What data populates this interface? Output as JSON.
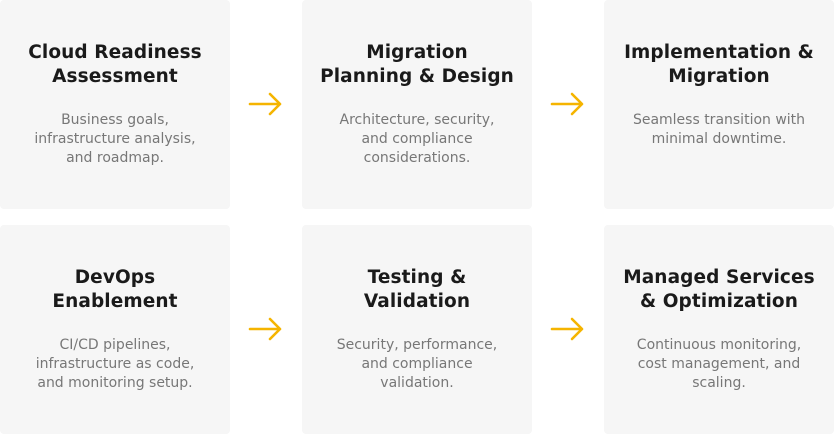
{
  "accent_color": "#f5b400",
  "steps": [
    {
      "title": "Cloud Readiness\nAssessment",
      "description": "Business goals,\ninfrastructure analysis,\nand roadmap."
    },
    {
      "title": "Migration\nPlanning & Design",
      "description": "Architecture, security,\nand compliance\nconsiderations."
    },
    {
      "title": "Implementation &\nMigration",
      "description": "Seamless transition with\nminimal downtime."
    },
    {
      "title": "DevOps\nEnablement",
      "description": "CI/CD pipelines,\ninfrastructure as code,\nand monitoring setup."
    },
    {
      "title": "Testing &\nValidation",
      "description": "Security, performance,\nand compliance\nvalidation."
    },
    {
      "title": "Managed Services\n& Optimization",
      "description": "Continuous monitoring,\ncost management, and\nscaling."
    }
  ]
}
